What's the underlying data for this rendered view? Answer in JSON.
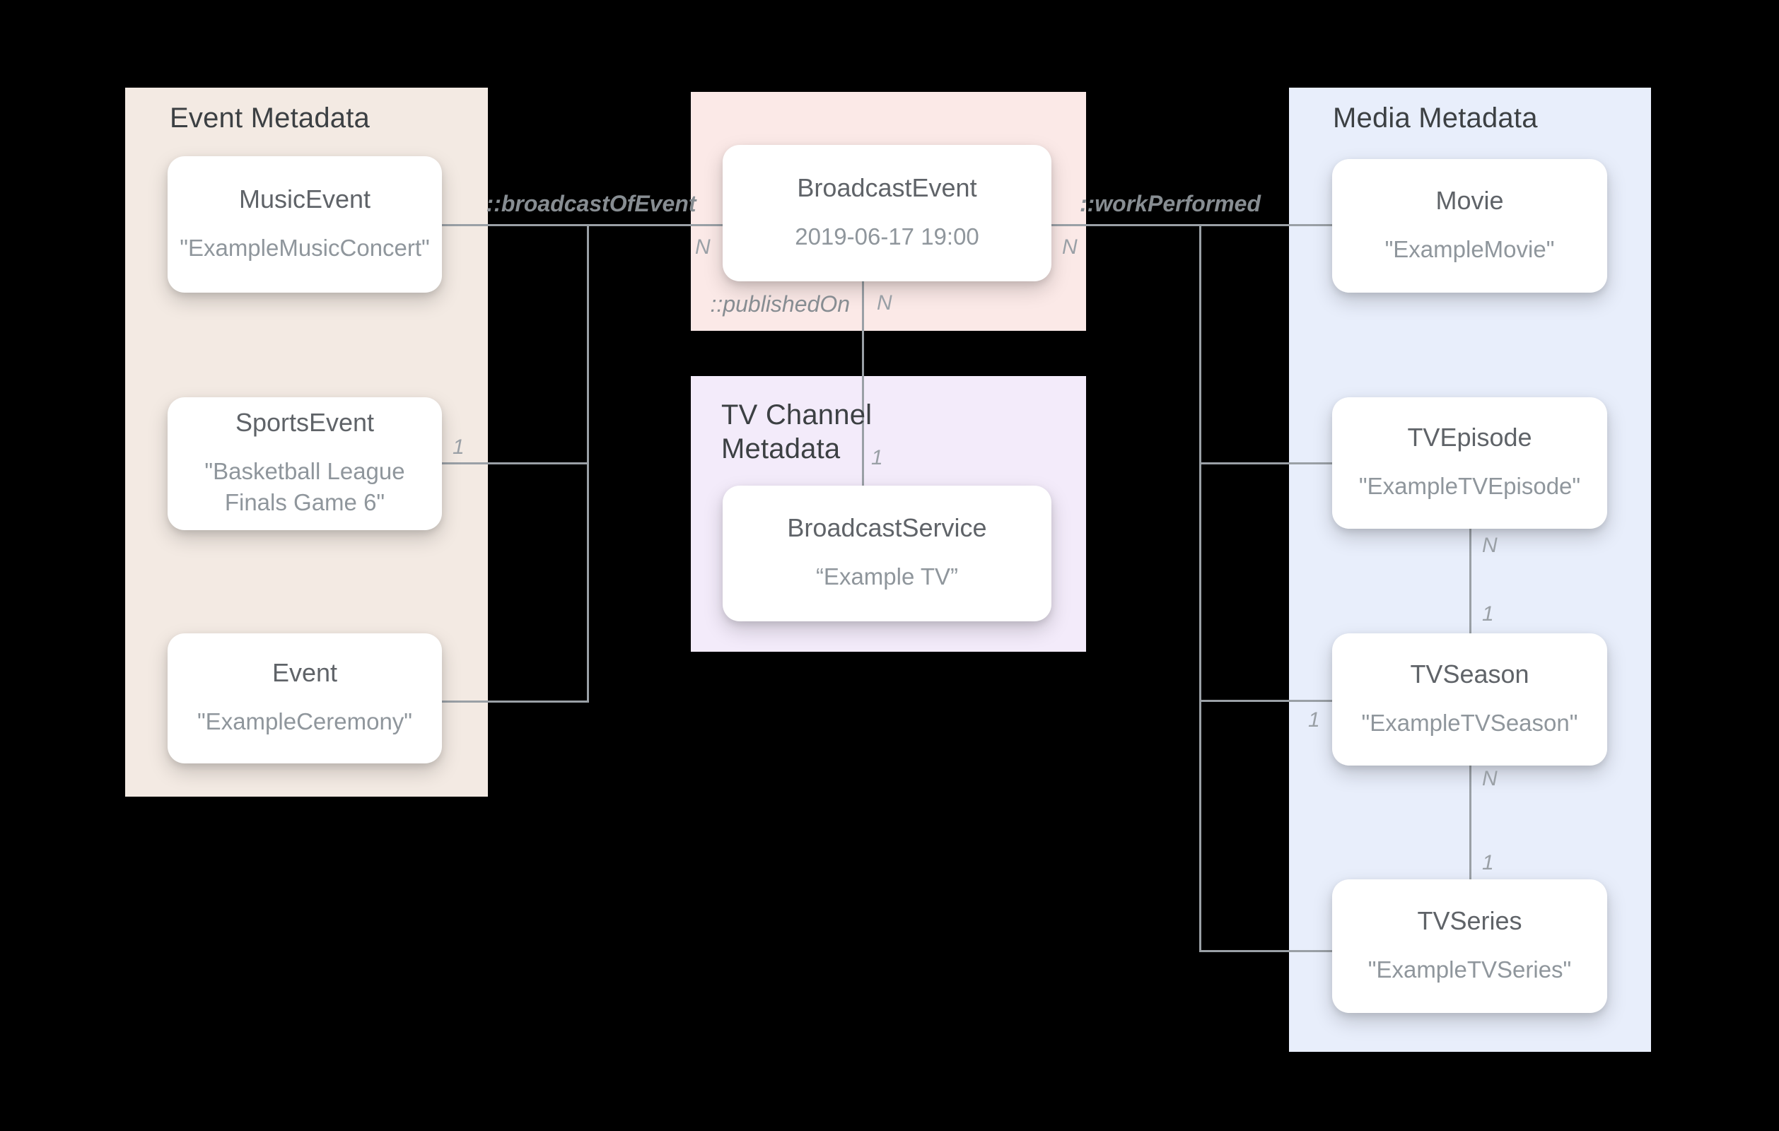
{
  "colors": {
    "background": "#000000",
    "event_panel": "#f3eae3",
    "broadcast_panel": "#fbe9e7",
    "tv_channel_panel": "#f3ebfa",
    "media_panel": "#e8eefb",
    "card": "#ffffff",
    "line": "#9aa0a6",
    "panel_title": "#3c4043",
    "card_title": "#5f6368",
    "card_subtitle": "#8f969c",
    "relation_label": "#878d92",
    "cardinality": "#9aa0a6"
  },
  "panels": {
    "event": {
      "title": "Event Metadata"
    },
    "tv_channel": {
      "title": "TV Channel Metadata"
    },
    "media": {
      "title": "Media Metadata"
    }
  },
  "cards": {
    "music_event": {
      "title": "MusicEvent",
      "value": "\"ExampleMusicConcert\""
    },
    "sports_event": {
      "title": "SportsEvent",
      "value": "\"Basketball League Finals Game 6\""
    },
    "event": {
      "title": "Event",
      "value": "\"ExampleCeremony\""
    },
    "broadcast_event": {
      "title": "BroadcastEvent",
      "value": "2019-06-17 19:00"
    },
    "broadcast_service": {
      "title": "BroadcastService",
      "value": "“Example TV”"
    },
    "movie": {
      "title": "Movie",
      "value": "\"ExampleMovie\""
    },
    "tv_episode": {
      "title": "TVEpisode",
      "value": "\"ExampleTVEpisode\""
    },
    "tv_season": {
      "title": "TVSeason",
      "value": "\"ExampleTVSeason\""
    },
    "tv_series": {
      "title": "TVSeries",
      "value": "\"ExampleTVSeries\""
    }
  },
  "relations": {
    "broadcast_of_event": "::broadcastOfEvent",
    "work_performed": "::workPerformed",
    "published_on": "::publishedOn"
  },
  "cardinalities": {
    "broadcast_left_n": "N",
    "broadcast_right_n": "N",
    "published_on_n": "N",
    "broadcast_service_1": "1",
    "sports_event_1": "1",
    "tv_season_left_1": "1",
    "episode_season_n": "N",
    "episode_season_1": "1",
    "season_series_n": "N",
    "season_series_1": "1"
  }
}
